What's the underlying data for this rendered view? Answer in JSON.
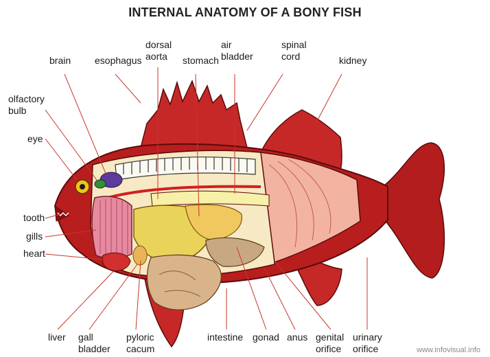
{
  "title": "INTERNAL ANATOMY OF A BONY FISH",
  "credit": "www.infovisual.info",
  "labels": {
    "brain": "brain",
    "esophagus": "esophagus",
    "dorsal_aorta": "dorsal\naorta",
    "stomach": "stomach",
    "air_bladder": "air\nbladder",
    "spinal_cord": "spinal\ncord",
    "kidney": "kidney",
    "olfactory_bulb": "olfactory\nbulb",
    "eye": "eye",
    "tooth": "tooth",
    "gills": "gills",
    "heart": "heart",
    "liver": "liver",
    "gall_bladder": "gall\nbladder",
    "pyloric_cacum": "pyloric\ncacum",
    "intestine": "intestine",
    "gonad": "gonad",
    "anus": "anus",
    "genital_orifice": "genital\norifice",
    "urinary_orifice": "urinary\norifice"
  },
  "colors": {
    "body_red": "#b81e1e",
    "fin_red": "#c62828",
    "outline": "#5a0a0a",
    "pale_pink": "#f2b4a0",
    "liver_yellow": "#ead35a",
    "intestine_tan": "#d9b48a",
    "gill_pink": "#e58aa0",
    "brain_purple": "#5b3b9c",
    "olfactory_green": "#2f8f3a",
    "eye_yellow": "#f2c318",
    "leader_line": "#c8342b"
  }
}
